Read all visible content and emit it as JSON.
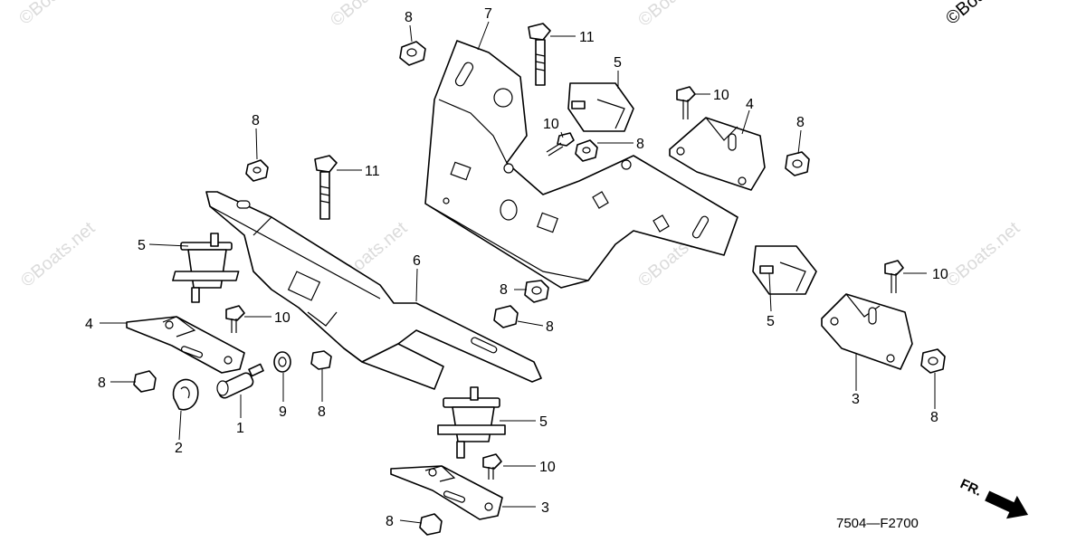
{
  "watermark": "©Boats.net",
  "diagram_code": "7504—F2700",
  "front_indicator": "FR.",
  "callouts": {
    "p1": "1",
    "p2": "2",
    "p3a": "3",
    "p3b": "3",
    "p4a": "4",
    "p4b": "4",
    "p5a": "5",
    "p5b": "5",
    "p5c": "5",
    "p5d": "5",
    "p6": "6",
    "p7": "7",
    "p8a": "8",
    "p8b": "8",
    "p8c": "8",
    "p8d": "8",
    "p8e": "8",
    "p8f": "8",
    "p8g": "8",
    "p8h": "8",
    "p8i": "8",
    "p8j": "8",
    "p9": "9",
    "p10a": "10",
    "p10b": "10",
    "p10c": "10",
    "p10d": "10",
    "p10e": "10",
    "p11a": "11",
    "p11b": "11"
  }
}
